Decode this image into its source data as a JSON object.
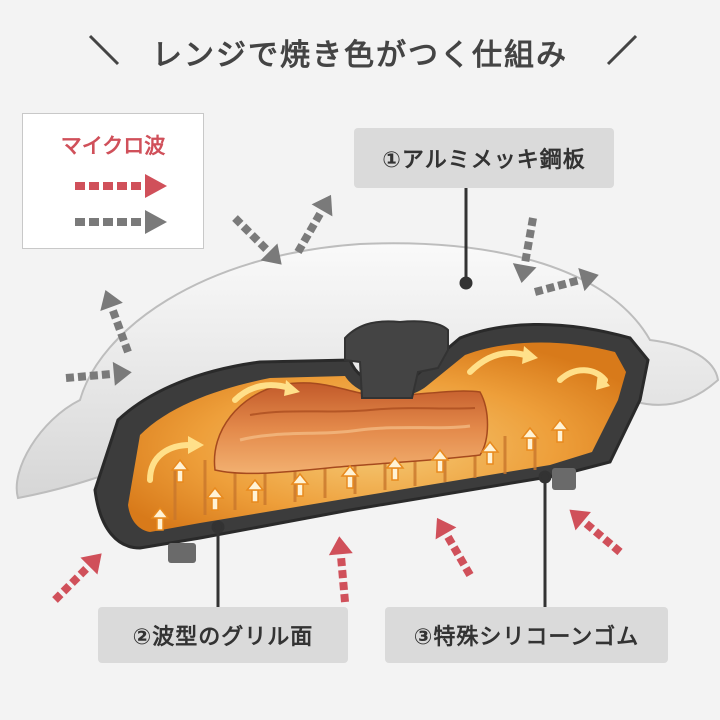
{
  "title": "レンジで焼き色がつく仕組み",
  "legend": {
    "label": "マイクロ波"
  },
  "callouts": {
    "c1": "①アルミメッキ鋼板",
    "c2": "②波型のグリル面",
    "c3": "③特殊シリコーンゴム"
  },
  "colors": {
    "microwave_arrow": "#d0505a",
    "reflect_arrow": "#7a7a7a",
    "heat": "#f08a1c"
  }
}
